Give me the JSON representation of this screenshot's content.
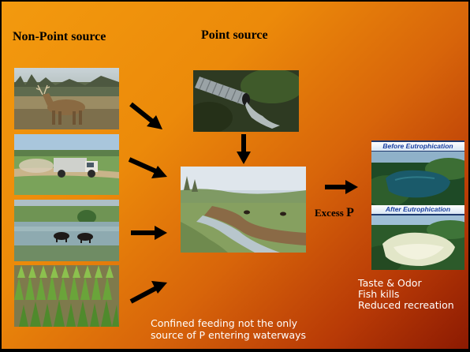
{
  "headings": {
    "non_point": "Non-Point source",
    "point": "Point source"
  },
  "excess": {
    "prefix": "Excess ",
    "letter": "P"
  },
  "lake_panel": {
    "before_label": "Before Eutrophication",
    "after_label": "After Eutrophication"
  },
  "effects": [
    "Taste & Odor",
    "Fish kills",
    "Reduced recreation"
  ],
  "caption": [
    "Confined feeding not the only",
    "source of P entering waterways"
  ],
  "colors": {
    "background_top": "#f39a0e",
    "background_bottom": "#8c1a02",
    "text_dark": "#000000",
    "text_light": "#ffffff"
  }
}
